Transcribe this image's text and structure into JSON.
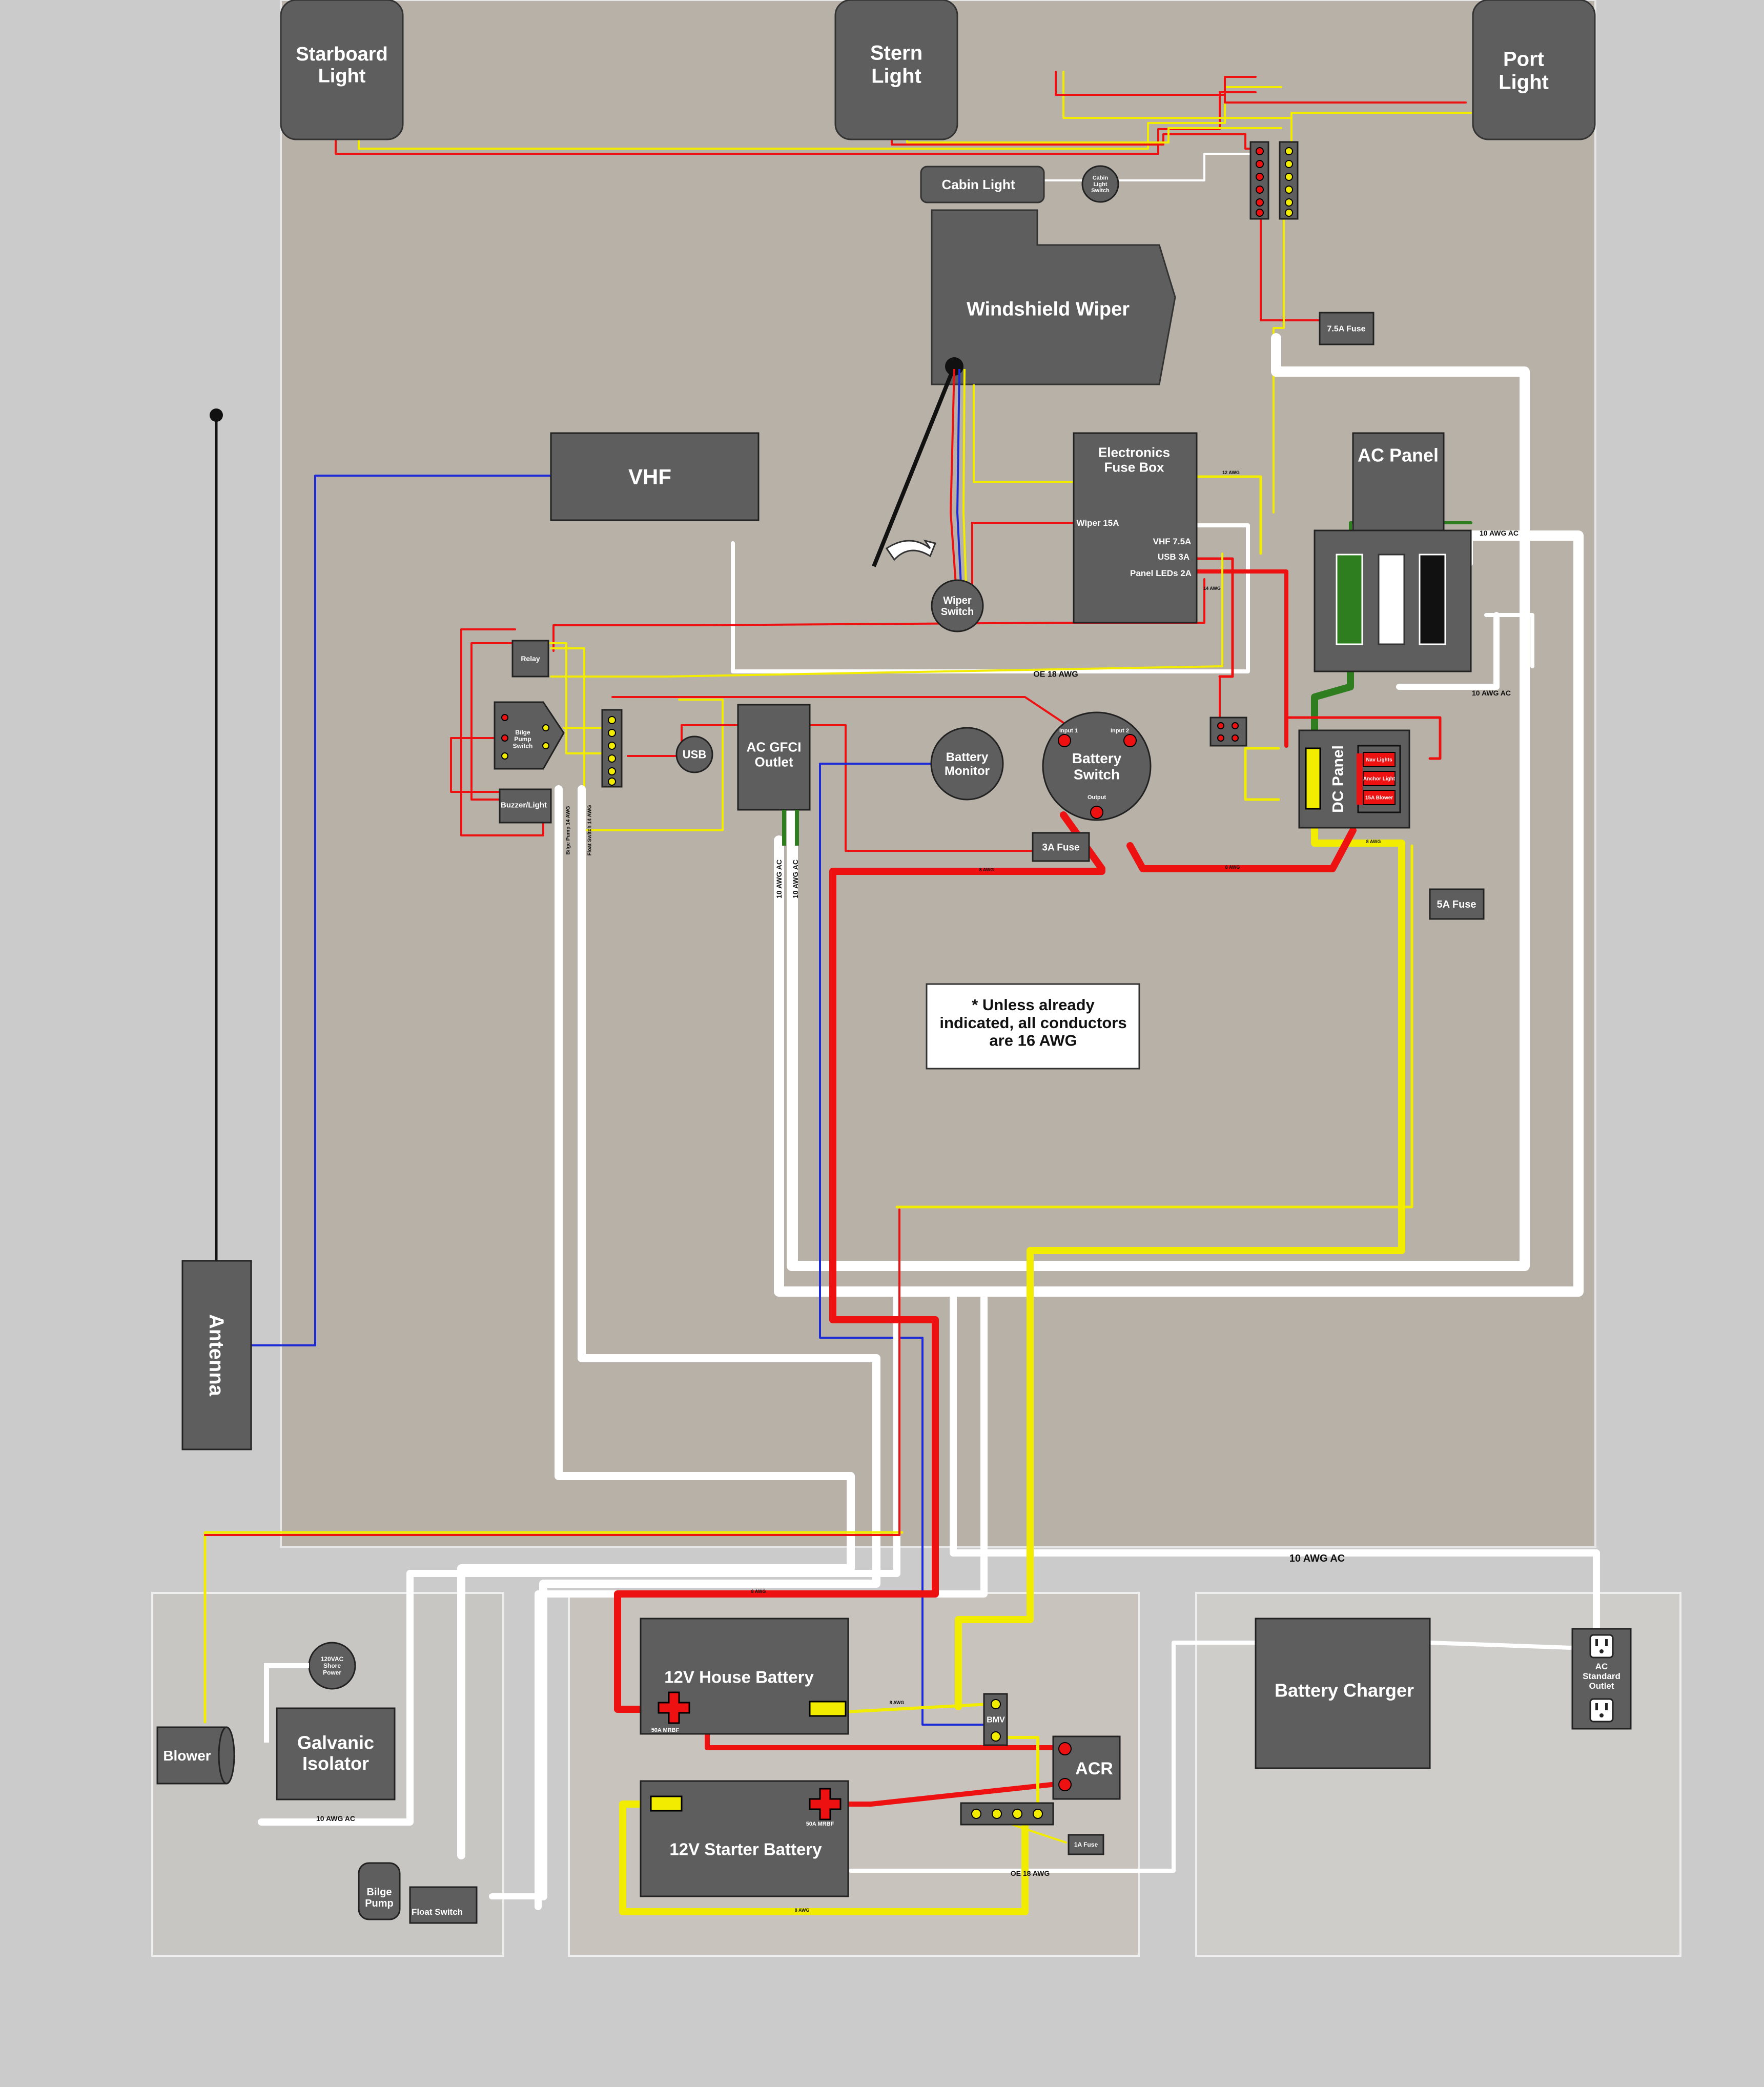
{
  "colors": {
    "background": "#cbcbcb",
    "board": "#b7b1a7",
    "component_fill": "#5e5e5e",
    "label_white": "#ffffff",
    "wire_red": "#ee1111",
    "wire_yellow": "#f2ec00",
    "wire_white": "#ffffff",
    "wire_blue": "#1e2ad6",
    "wire_green": "#2e7d1f",
    "wire_black": "#111111"
  },
  "components": {
    "starboard_light": "Starboard\nLight",
    "stern_light": "Stern\nLight",
    "port_light": "Port\nLight",
    "cabin_light": "Cabin Light",
    "cabin_light_switch": "Cabin\nLight\nSwitch",
    "windshield_wiper": "Windshield Wiper",
    "fuse_7_5a": "7.5A Fuse",
    "vhf": "VHF",
    "antenna": "Antenna",
    "electronics_fuse_box": "Electronics\nFuse Box",
    "fuse_wiper": "Wiper 15A",
    "fuse_vhf": "VHF 7.5A",
    "fuse_usb": "USB 3A",
    "fuse_panel_leds": "Panel LEDs 2A",
    "wiper_switch": "Wiper\nSwitch",
    "ac_panel": "AC Panel",
    "relay": "Relay",
    "bilge_pump_switch": "Bilge\nPump\nSwitch",
    "buzzer_light": "Buzzer/Light",
    "usb": "USB",
    "ac_gfci_outlet": "AC GFCI\nOutlet",
    "battery_monitor": "Battery\nMonitor",
    "battery_switch": "Battery\nSwitch",
    "battery_switch_input1": "Input 1",
    "battery_switch_input2": "Input 2",
    "battery_switch_output": "Output",
    "fuse_3a": "3A Fuse",
    "dc_panel": "DC Panel",
    "dc_nav_lights": "Nav Lights",
    "dc_anchor_light": "Anchor Light",
    "dc_blower": "15A Blower",
    "fuse_5a": "5A Fuse",
    "note": "* Unless already\nindicated, all conductors\nare 16 AWG",
    "house_battery": "12V House Battery",
    "house_battery_fuse": "50A MRBF",
    "starter_battery": "12V Starter Battery",
    "starter_battery_fuse": "50A MRBF",
    "bmv": "BMV",
    "acr": "ACR",
    "fuse_1a": "1A Fuse",
    "battery_charger": "Battery Charger",
    "ac_standard_outlet": "AC\nStandard\nOutlet",
    "shore_power": "120VAC\nShore\nPower",
    "galvanic_isolator": "Galvanic\nIsolator",
    "blower": "Blower",
    "bilge_pump": "Bilge\nPump",
    "float_switch": "Float Switch"
  },
  "wire_labels": {
    "oe18_top": "OE 18 AWG",
    "oe18_bottom": "OE 18 AWG",
    "ac10_a": "10 AWG AC",
    "ac10_b": "10 AWG AC",
    "ac10_c": "10 AWG AC",
    "ac10_d": "10 AWG AC",
    "ac10_e": "10 AWG AC",
    "ac10_f": "10 AWG AC",
    "awg12": "12 AWG",
    "awg8_a": "8 AWG",
    "awg8_b": "8 AWG",
    "awg8_c": "8 AWG",
    "awg8_d": "8 AWG",
    "awg8_e": "8 AWG",
    "awg8_f": "8 AWG",
    "awg14": "14 AWG",
    "bilge_pump_wire": "Bilge Pump 14 AWG",
    "float_switch_wire": "Float Switch 14 AWG"
  }
}
